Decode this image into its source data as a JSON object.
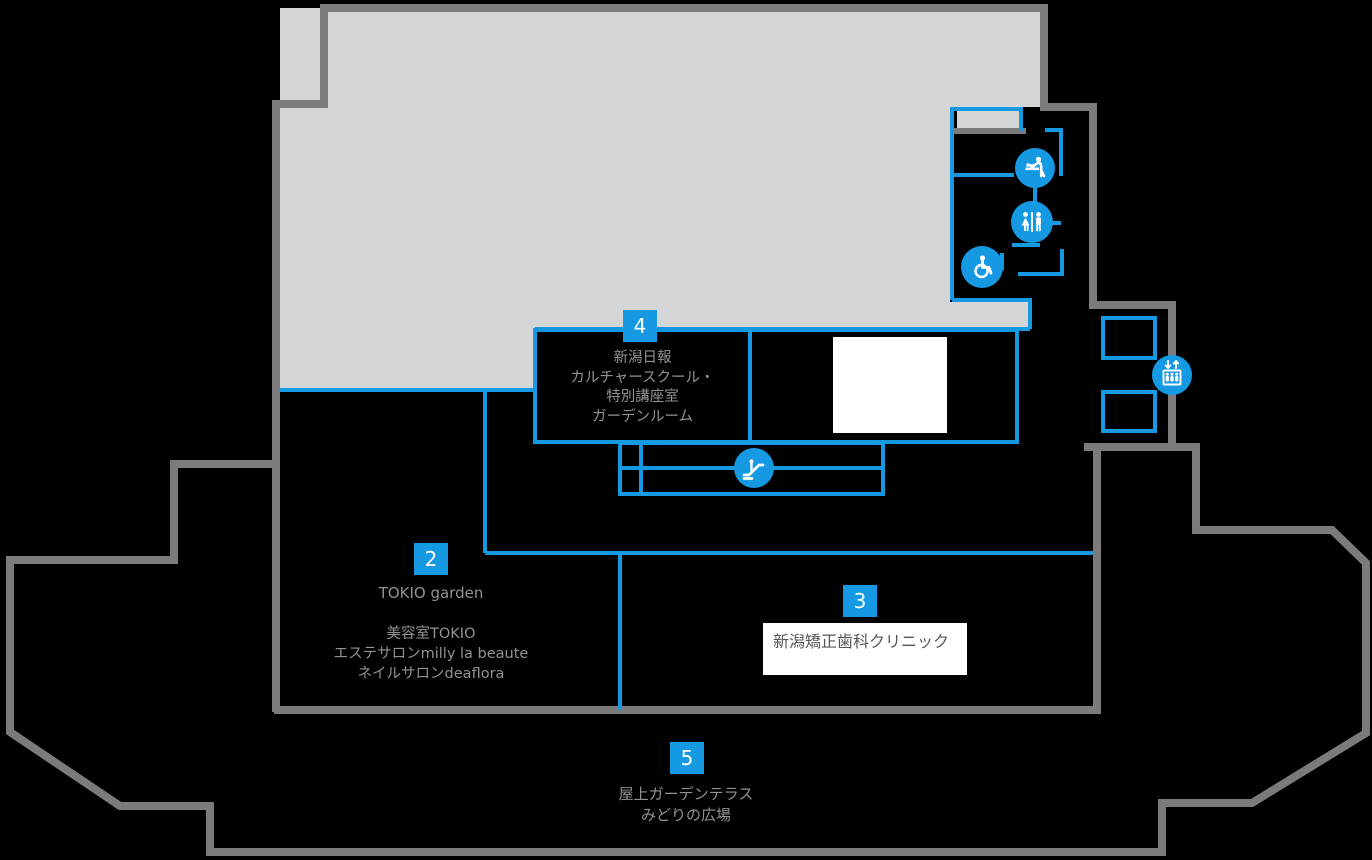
{
  "map": {
    "title": "rooftop-floor-map",
    "colors": {
      "accent_blue": "#1699e3",
      "wall_gray": "#7b7b7b",
      "block_gray": "#d3d5d6",
      "background": "#000000",
      "label_gray": "#8f9398"
    },
    "zones": {
      "z2": {
        "number": "2",
        "title": "TOKIO garden",
        "tenants": [
          "美容室TOKIO",
          "エステサロンmilly la beaute",
          "ネイルサロンdeaflora"
        ]
      },
      "z3": {
        "number": "3",
        "tenant": "新潟矯正歯科クリニック"
      },
      "z4": {
        "number": "4",
        "lines": [
          "新潟日報",
          "カルチャースクール・",
          "特別講座室",
          "ガーデンルーム"
        ]
      },
      "z5": {
        "number": "5",
        "lines": [
          "屋上ガーデンテラス",
          "みどりの広場"
        ]
      }
    },
    "facilities": [
      "baby-changing-icon",
      "restroom-icon",
      "wheelchair-accessible-icon",
      "elevator-icon",
      "escalator-icon"
    ]
  }
}
